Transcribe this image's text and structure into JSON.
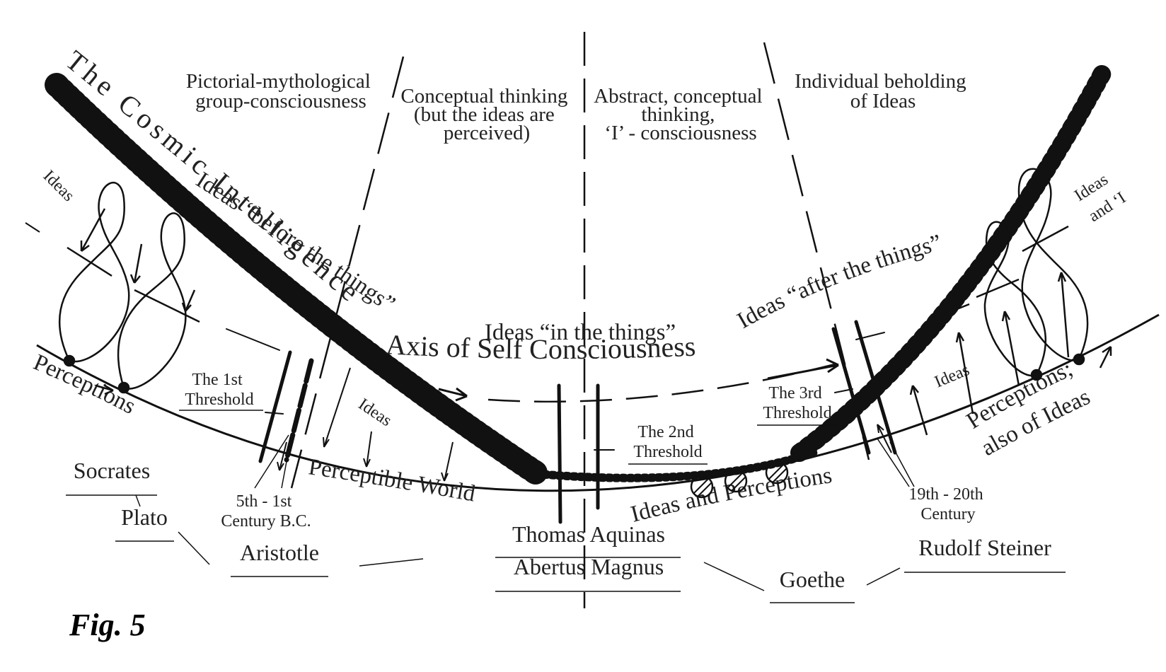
{
  "eras": {
    "pictorial": [
      "Pictorial-mythological",
      "group-consciousness"
    ],
    "conceptual": [
      "Conceptual thinking",
      "(but the ideas are",
      "perceived)"
    ],
    "abstract": [
      "Abstract, conceptual",
      "thinking,",
      "‘I’ - consciousness"
    ],
    "individual": [
      "Individual beholding",
      "of Ideas"
    ]
  },
  "arcs": {
    "cosmic_intelligence": "The Cosmic Intelligence",
    "before_things": "Ideas “before the things”",
    "after_things": "Ideas “after the things”",
    "in_things": "Ideas “in the things”",
    "axis": "Axis of Self Consciousness",
    "perceptible_world": "Perceptible World",
    "ideas_and_perceptions": "Ideas and Perceptions",
    "perceptions_left": "Perceptions",
    "perceptions_right": [
      "Perceptions;",
      "also of Ideas"
    ]
  },
  "labels": {
    "ideas": "Ideas",
    "ideas_and_i": [
      "Ideas",
      "and ‘I’"
    ]
  },
  "thresholds": {
    "first": [
      "The 1st",
      "Threshold"
    ],
    "second": [
      "The 2nd",
      "Threshold"
    ],
    "third": [
      "The 3rd",
      "Threshold"
    ]
  },
  "dates": {
    "bc": [
      "5th - 1st",
      "Century B.C."
    ],
    "modern": [
      "19th - 20th",
      "Century"
    ]
  },
  "people": {
    "socrates": "Socrates",
    "plato": "Plato",
    "aristotle": "Aristotle",
    "aquinas": "Thomas Aquinas",
    "magnus": "Abertus Magnus",
    "goethe": "Goethe",
    "steiner": "Rudolf Steiner"
  },
  "caption": "Fig. 5"
}
